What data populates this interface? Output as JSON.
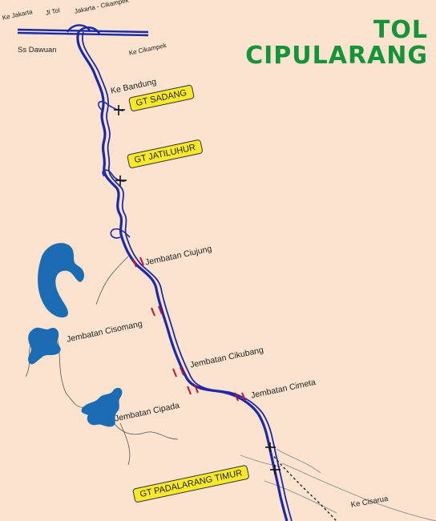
{
  "title": {
    "line1": "TOL",
    "line2": "CIPULARANG"
  },
  "labels": {
    "ke_jakarta": "Ke Jakarta",
    "jl_tol": "Jl Tol",
    "jakarta_cikampek": "Jakarta - Cikampek",
    "ss_dawuan": "Ss Dawuan",
    "ke_cikampek": "Ke Cikampek",
    "ke_bandung": "Ke Bandung",
    "ke_cisarua": "Ke Cisarua"
  },
  "gates": {
    "sadang": "GT SADANG",
    "jatiluhur": "GT JATILUHUR",
    "padalarang": "GT PADALARANG TIMUR"
  },
  "bridges": {
    "ciujung": "Jembatan Ciujung",
    "cisomang": "Jembatan Cisomang",
    "cikubang": "Jembatan Cikubang",
    "cimeta": "Jembatan Cimeta",
    "cipada": "Jembatan Cipada"
  },
  "colors": {
    "background": "#fbe3cf",
    "road": "#1c2aa8",
    "water": "#1b6cb2",
    "title": "#159338",
    "gate_fill": "#f7e92a",
    "bridge_mark": "#c8102e"
  }
}
